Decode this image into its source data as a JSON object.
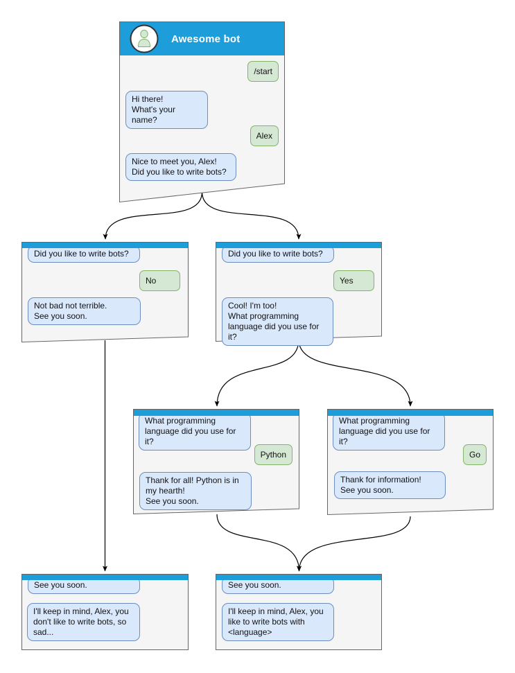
{
  "colors": {
    "header_blue": "#1E9DDB",
    "window_fill": "#F5F5F5",
    "window_border": "#666666",
    "bot_bubble_fill": "#DAE8FC",
    "bot_bubble_border": "#6C8EBF",
    "user_bubble_fill": "#D5E8D4",
    "user_bubble_border": "#82B366"
  },
  "windows": {
    "main": {
      "title": "Awesome bot",
      "messages": [
        {
          "side": "user",
          "text": "/start"
        },
        {
          "side": "bot",
          "text": "Hi there!\nWhat's your name?"
        },
        {
          "side": "user",
          "text": "Alex"
        },
        {
          "side": "bot",
          "text": "Nice to meet you, Alex!\nDid you like to write bots?"
        }
      ]
    },
    "no_branch": {
      "messages": [
        {
          "side": "bot",
          "text": "Did you like to write bots?"
        },
        {
          "side": "user",
          "text": "No"
        },
        {
          "side": "bot",
          "text": "Not bad not terrible.\nSee you soon."
        }
      ]
    },
    "yes_branch": {
      "messages": [
        {
          "side": "bot",
          "text": "Did you like to write bots?"
        },
        {
          "side": "user",
          "text": "Yes"
        },
        {
          "side": "bot",
          "text": "Cool! I'm too!\nWhat programming\nlanguage did you use for it?"
        }
      ]
    },
    "python_branch": {
      "messages": [
        {
          "side": "bot",
          "text": "What programming\nlanguage did you use for it?"
        },
        {
          "side": "user",
          "text": "Python"
        },
        {
          "side": "bot",
          "text": "Thank for all! Python is in\nmy hearth!\nSee you soon."
        }
      ]
    },
    "go_branch": {
      "messages": [
        {
          "side": "bot",
          "text": "What programming\nlanguage did you use for it?"
        },
        {
          "side": "user",
          "text": "Go"
        },
        {
          "side": "bot",
          "text": "Thank for information!\nSee you soon."
        }
      ]
    },
    "end_no": {
      "messages": [
        {
          "side": "bot",
          "text": "See you soon."
        },
        {
          "side": "bot",
          "text": "I'll keep in mind, Alex, you\ndon't like to write bots, so\nsad..."
        }
      ]
    },
    "end_yes": {
      "messages": [
        {
          "side": "bot",
          "text": "See you soon."
        },
        {
          "side": "bot",
          "text": "I'll keep in mind, Alex, you\nlike to write bots with\n<language>"
        }
      ]
    }
  },
  "edges": [
    {
      "from": "main",
      "to": "no_branch"
    },
    {
      "from": "main",
      "to": "yes_branch"
    },
    {
      "from": "yes_branch",
      "to": "python_branch"
    },
    {
      "from": "yes_branch",
      "to": "go_branch"
    },
    {
      "from": "no_branch",
      "to": "end_no"
    },
    {
      "from": "python_branch",
      "to": "end_yes"
    },
    {
      "from": "go_branch",
      "to": "end_yes"
    }
  ]
}
